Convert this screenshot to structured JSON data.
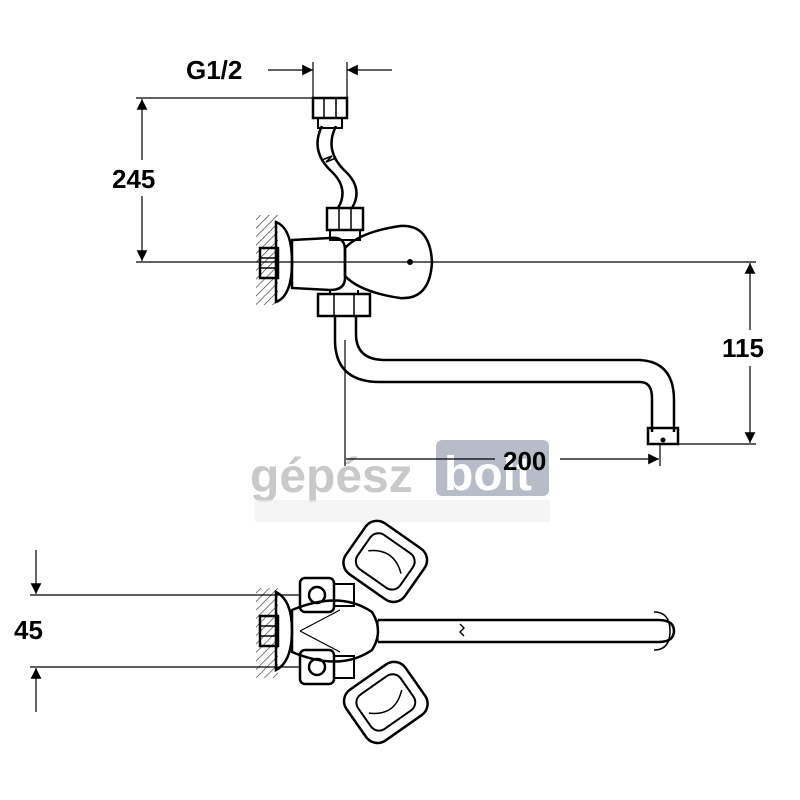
{
  "dimensions": {
    "thread": "G1/2",
    "height_supply": "245",
    "height_spout": "115",
    "spout_reach": "200",
    "inlet_spacing": "45"
  },
  "watermark": {
    "left": "gépész",
    "right": "bolt"
  },
  "colors": {
    "line": "#000000",
    "hatch": "#555555",
    "watermark_gray": "#c4c4c4",
    "watermark_box": "#b5b9c6"
  }
}
